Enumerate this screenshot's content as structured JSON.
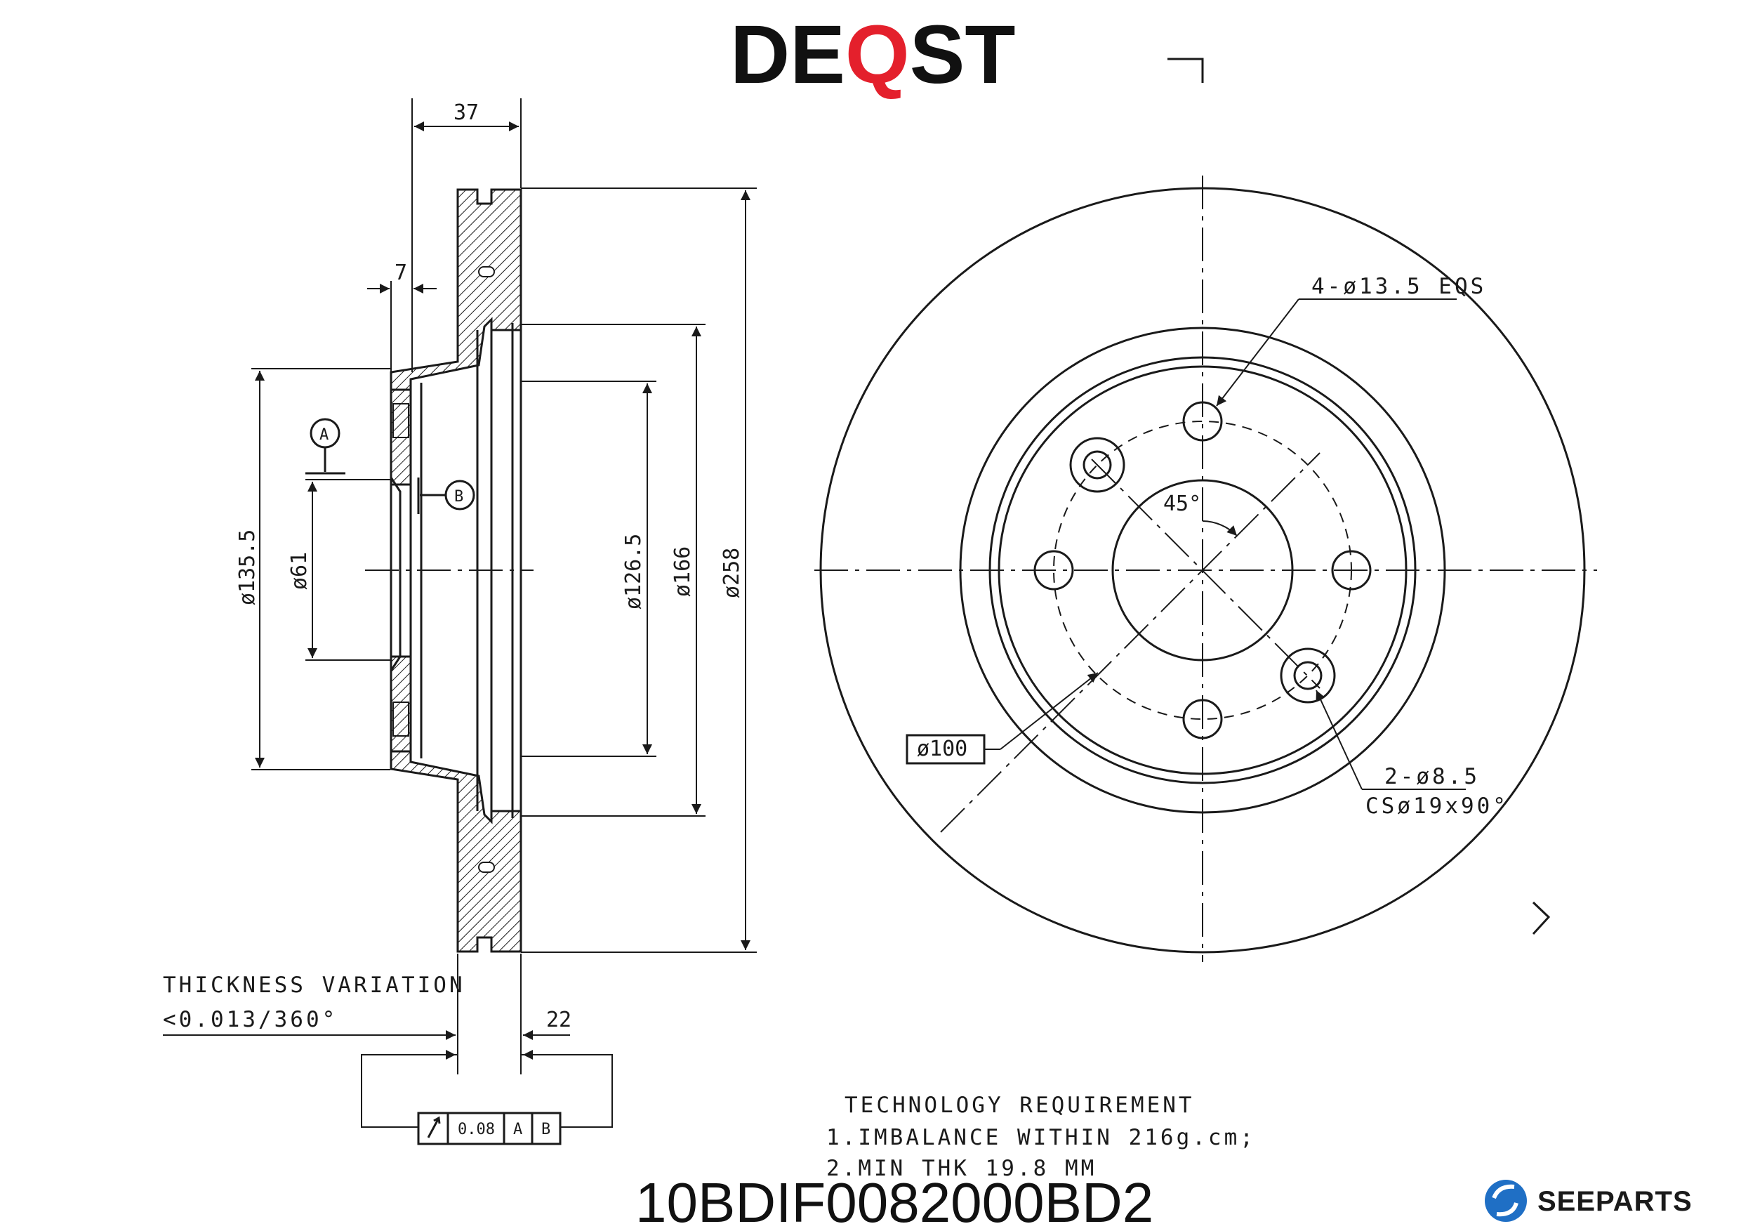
{
  "brand": {
    "part1": "DE",
    "part2": "Q",
    "part3": "ST",
    "accent_color": "#e4202c"
  },
  "part_number": "10BDIF0082000BD2",
  "watermark": {
    "name": "SEEPARTS",
    "icon": "seeparts-logo-icon",
    "color": "#1f6fc5"
  },
  "dimensions": {
    "width_total": "37",
    "hub_offset": "7",
    "d_135_5": "ø135.5",
    "d_61": "ø61",
    "d_126_5": "ø126.5",
    "d_166": "ø166",
    "d_258": "ø258",
    "thickness": "22",
    "bolt_holes": "4-ø13.5 EQS",
    "pcd": "ø100",
    "angle": "45°",
    "screw_holes_1": "2-ø8.5",
    "screw_holes_2": "CSø19x90°"
  },
  "datums": {
    "a": "A",
    "b": "B"
  },
  "tolerance_frame": {
    "symbol": "runout-icon",
    "value": "0.08",
    "datum1": "A",
    "datum2": "B"
  },
  "thickness_variation": {
    "title": "THICKNESS VARIATION",
    "value": "<0.013/360°"
  },
  "tech_requirement": {
    "title": "TECHNOLOGY REQUIREMENT",
    "line1": "1.IMBALANCE WITHIN 216g.cm;",
    "line2": "2.MIN THK 19.8 MM"
  }
}
